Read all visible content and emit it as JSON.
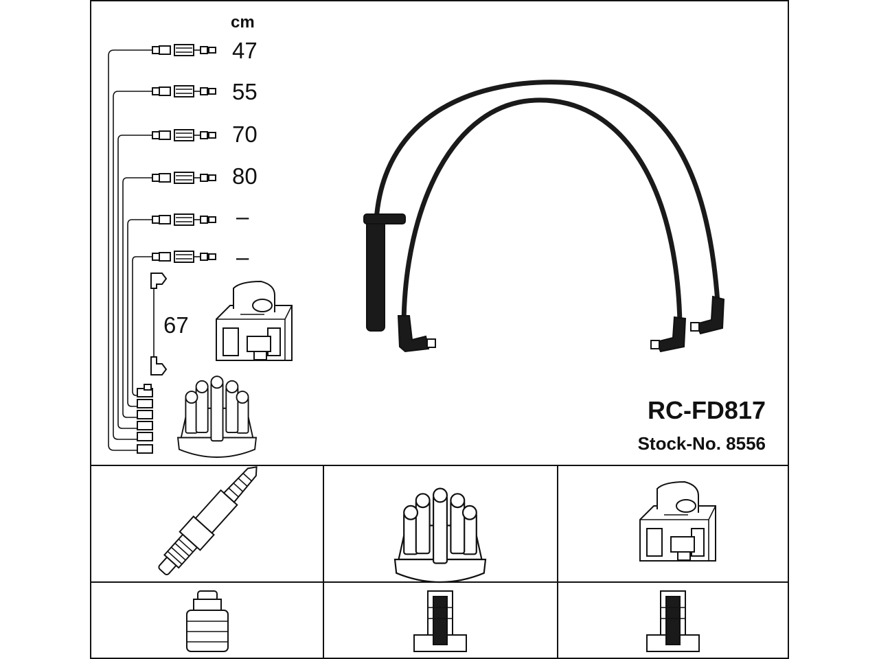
{
  "diagram": {
    "unit": "cm",
    "lead_lengths": [
      "47",
      "55",
      "70",
      "80",
      "–",
      "–"
    ],
    "coil_lead_length": "67",
    "part_code": "RC-FD817",
    "stock_number": "Stock-No. 8556"
  },
  "colors": {
    "line": "#111111",
    "cable": "#1a1a1a",
    "background": "#ffffff"
  },
  "icons": {
    "spark_plug": "spark-plug-icon",
    "distributor_cap": "distributor-cap-icon",
    "ignition_coil": "ignition-coil-icon",
    "plug_terminal": "plug-terminal-icon",
    "cap_terminal": "cap-terminal-icon",
    "coil_terminal": "coil-terminal-icon"
  }
}
